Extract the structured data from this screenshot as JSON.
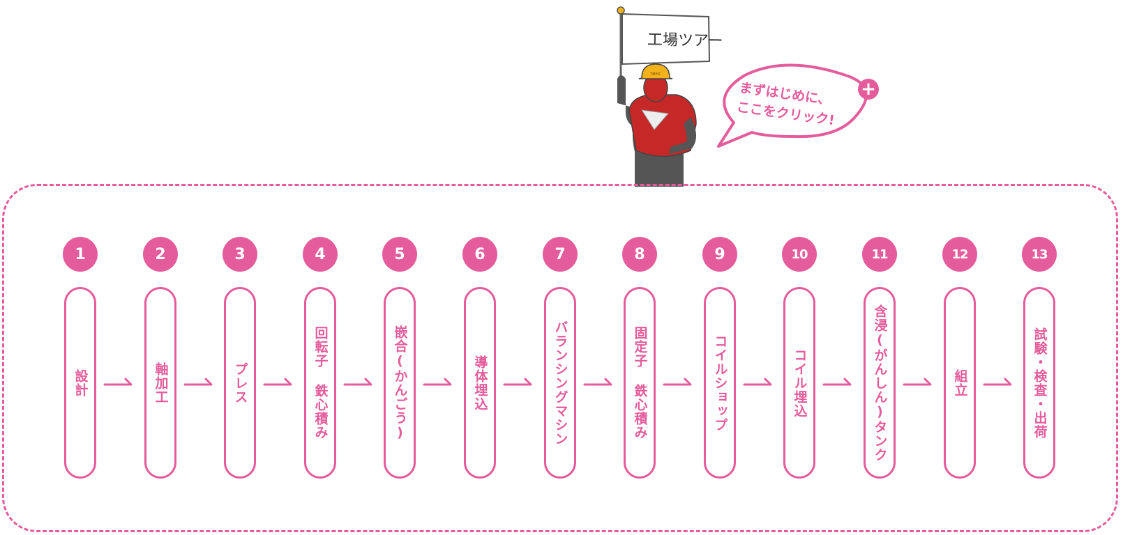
{
  "tour": {
    "flag_text": "工場ツアー",
    "helmet_text": "TMEIC",
    "bubble_line1": "まずはじめに、",
    "bubble_line2": "ここをクリック!",
    "plus_symbol": "+"
  },
  "steps": [
    {
      "num": "1",
      "label": "設計"
    },
    {
      "num": "2",
      "label": "軸加工"
    },
    {
      "num": "3",
      "label": "プレス"
    },
    {
      "num": "4",
      "label": "回転子 鉄心積み"
    },
    {
      "num": "5",
      "label": "嵌合(かんごう)"
    },
    {
      "num": "6",
      "label": "導体埋込"
    },
    {
      "num": "7",
      "label": "バランシングマシン"
    },
    {
      "num": "8",
      "label": "固定子 鉄心積み"
    },
    {
      "num": "9",
      "label": "コイルショップ"
    },
    {
      "num": "10",
      "label": "コイル埋込"
    },
    {
      "num": "11",
      "label": "含浸(がんしん)タンク"
    },
    {
      "num": "12",
      "label": "組立"
    },
    {
      "num": "13",
      "label": "試験・検査・出荷"
    }
  ],
  "colors": {
    "accent": "#e45c9b",
    "suit_red": "#c62828",
    "suit_gray": "#555555",
    "helmet_yellow": "#f2b21b"
  }
}
